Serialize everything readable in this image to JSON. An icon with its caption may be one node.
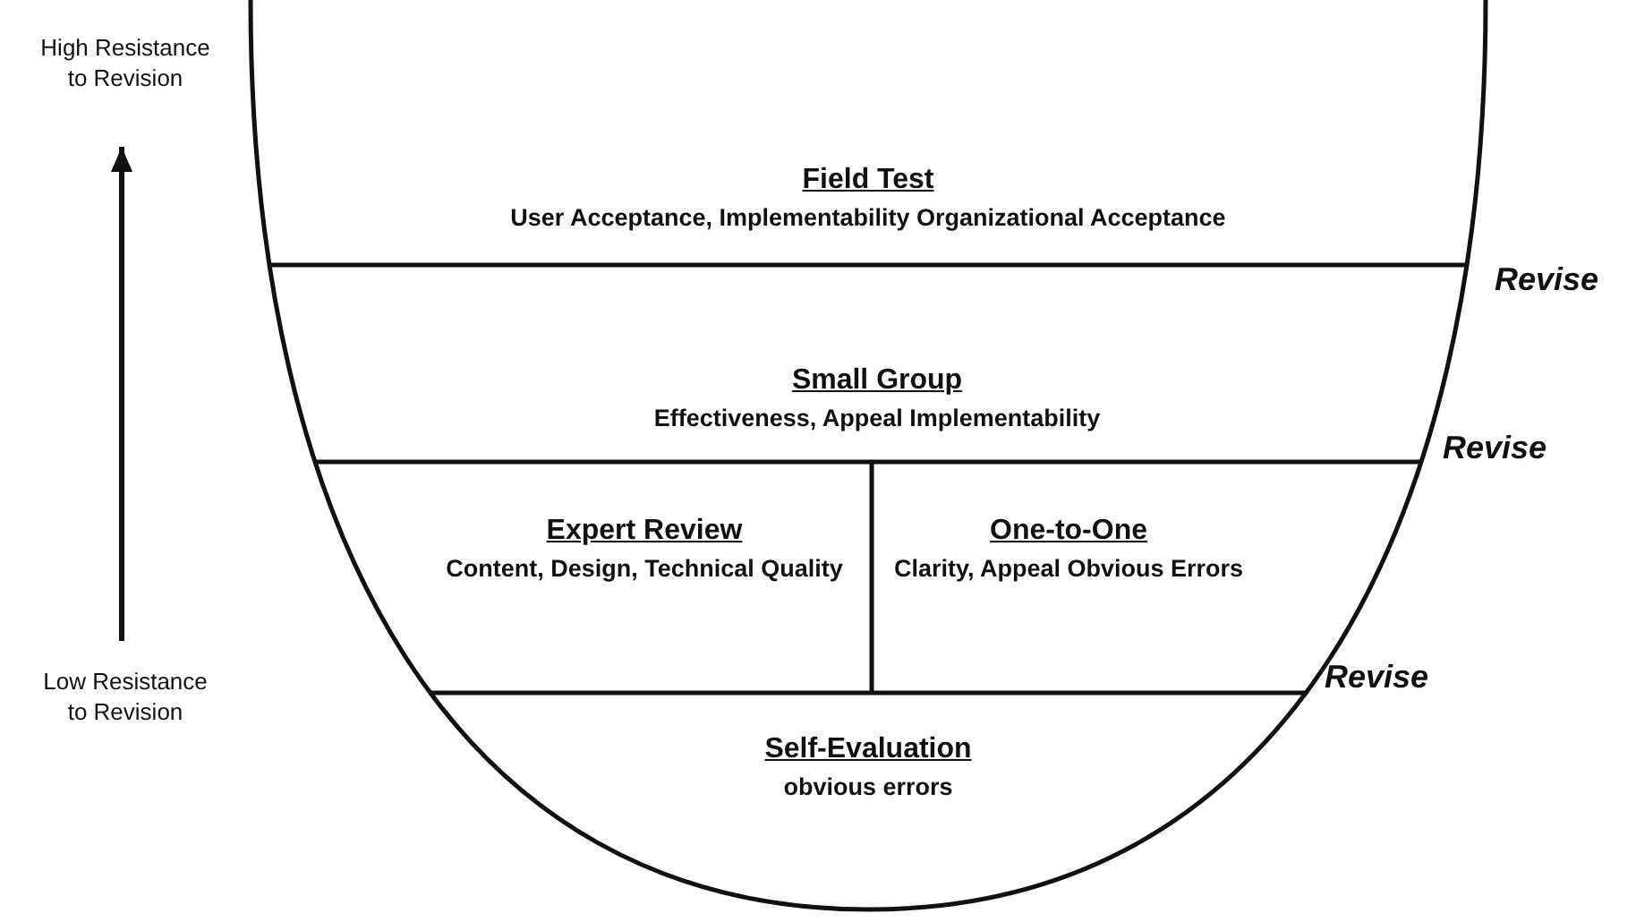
{
  "diagram": {
    "nodes": [
      {
        "text": [
          "Field Test",
          "User Acceptance, Implementability Organizational Acceptance"
        ]
      },
      {
        "text": [
          "Small Group",
          "Effectiveness, Appeal Implementability"
        ]
      },
      {
        "text": [
          "Expert Review",
          "Content, Design, Technical Quality"
        ]
      },
      {
        "text": [
          "One-to-One",
          "Clarity, Appeal Obvious Errors"
        ]
      },
      {
        "text": [
          "Self-Evaluation",
          "obvious errors"
        ]
      }
    ],
    "edges": [],
    "labels": [
      "High Resistance to Revision",
      "Revise",
      "Revise",
      "Low Resistance to Revision",
      "Revise"
    ]
  }
}
